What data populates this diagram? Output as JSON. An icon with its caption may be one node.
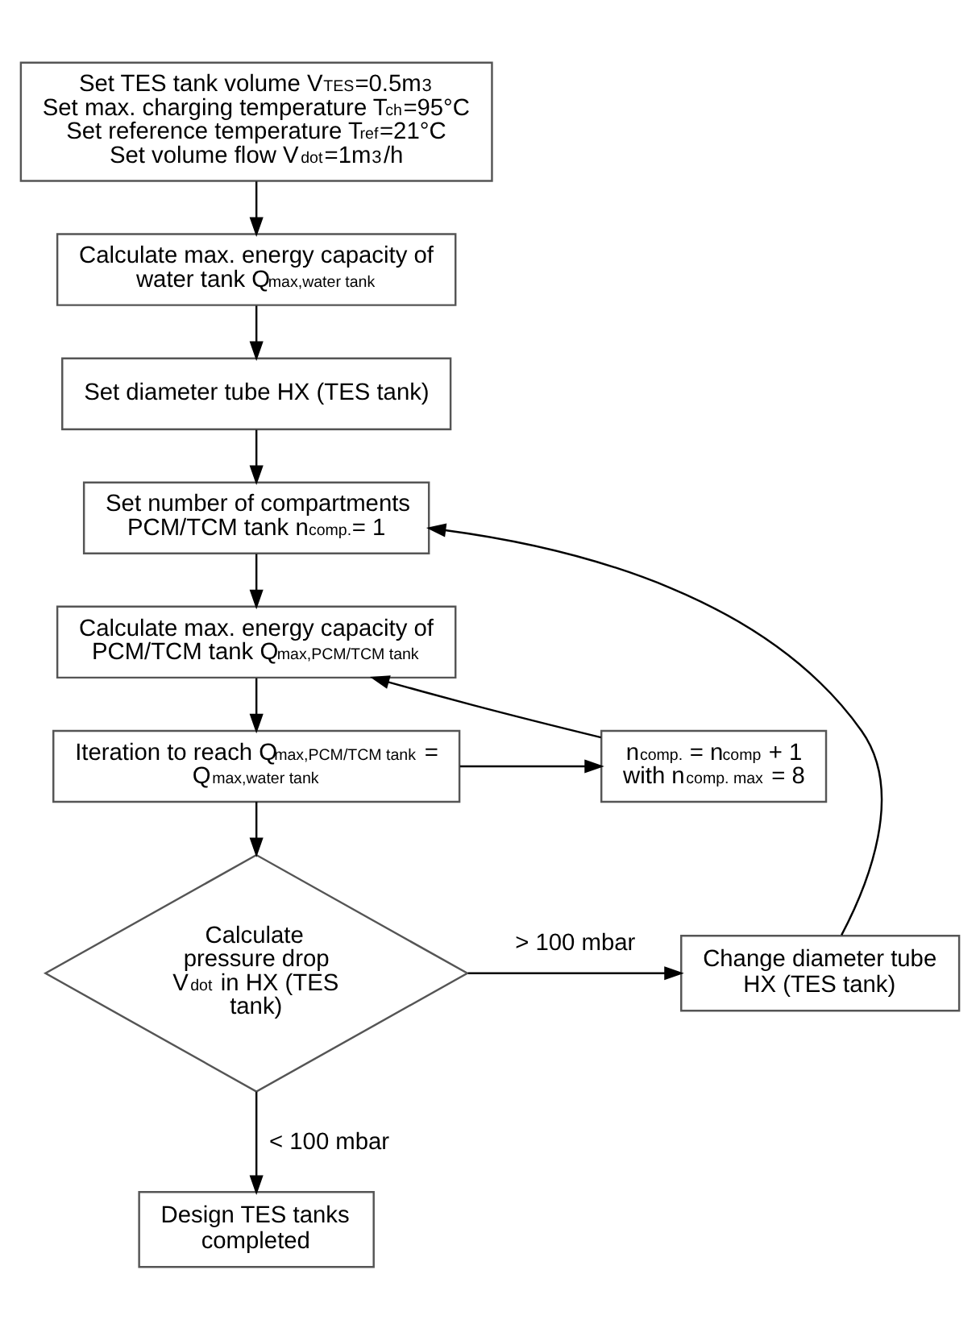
{
  "diagram": {
    "nodes": [
      {
        "text": [
          "Set TES tank volume V$_{TES}$=0.5m$^{3}$",
          "Set max. charging temperature T$_{ch}$=95°C",
          "Set reference temperature T$_{ref}$=21°C",
          "Set volume flow V$_{dot}$=1m$^{3}$/h"
        ]
      },
      {
        "text": [
          "Calculate max. energy capacity of water tank Q$_{max,water tank}$"
        ]
      },
      {
        "text": [
          "Set diameter tube HX (TES tank)"
        ]
      },
      {
        "text": [
          "Set number of compartments PCM/TCM tank n$_{comp.}$= 1"
        ]
      },
      {
        "text": [
          "Calculate max. energy capacity of PCM/TCM tank Q$_{max,PCM/TCM tank}$"
        ]
      },
      {
        "text": [
          "Iteration to reach Q$_{max,PCM/TCM tank}$ = Q$_{max,water tank}$"
        ]
      },
      {
        "text": [
          "n$_{comp.}$ = n$_{comp}$ + 1 with n$_{comp. max}$ = 8"
        ]
      },
      {
        "text": [
          "Calculate pressure drop V$_{dot}$ in HX (TES tank)"
        ]
      },
      {
        "text": [
          "Change diameter tube HX (TES tank)"
        ]
      },
      {
        "text": [
          "Design TES tanks completed"
        ]
      }
    ],
    "edges": [
      {
        "from": 0,
        "to": 1,
        "arrow": "to"
      },
      {
        "from": 1,
        "to": 2,
        "arrow": "to"
      },
      {
        "from": 2,
        "to": 3,
        "arrow": "to"
      },
      {
        "from": 3,
        "to": 4,
        "arrow": "to"
      },
      {
        "from": 4,
        "to": 5,
        "arrow": "to"
      },
      {
        "from": 5,
        "to": 6,
        "arrow": "to"
      },
      {
        "from": 6,
        "to": 4,
        "arrow": "to"
      },
      {
        "from": 5,
        "to": 7,
        "arrow": "to"
      },
      {
        "from": 7,
        "to": 8,
        "label": "> 100 mbar",
        "arrow": "to"
      },
      {
        "from": 8,
        "to": 3,
        "arrow": "to"
      },
      {
        "from": 7,
        "to": 9,
        "label": "< 100 mbar",
        "arrow": "to"
      }
    ]
  }
}
